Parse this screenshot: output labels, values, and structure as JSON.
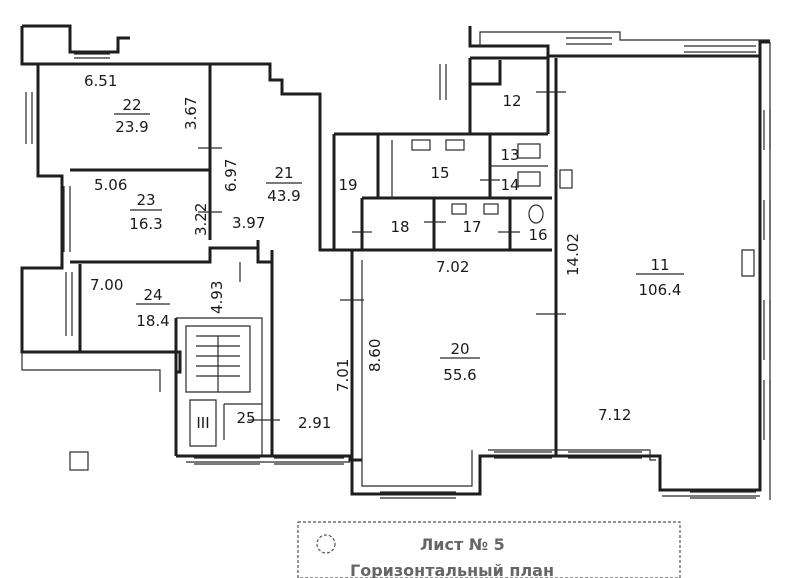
{
  "rooms": [
    {
      "number": "22",
      "area": "23.9"
    },
    {
      "number": "23",
      "area": "16.3"
    },
    {
      "number": "24",
      "area": "18.4"
    },
    {
      "number": "21",
      "area": "43.9"
    },
    {
      "number": "25",
      "area": ""
    },
    {
      "number": "III",
      "area": ""
    },
    {
      "number": "19",
      "area": ""
    },
    {
      "number": "15",
      "area": ""
    },
    {
      "number": "13",
      "area": ""
    },
    {
      "number": "14",
      "area": ""
    },
    {
      "number": "18",
      "area": ""
    },
    {
      "number": "17",
      "area": ""
    },
    {
      "number": "16",
      "area": ""
    },
    {
      "number": "12",
      "area": ""
    },
    {
      "number": "20",
      "area": "55.6"
    },
    {
      "number": "11",
      "area": "106.4"
    }
  ],
  "dimensions": [
    "6.51",
    "3.67",
    "6.97",
    "5.06",
    "3.22",
    "3.97",
    "7.00",
    "4.93",
    "2.91",
    "7.02",
    "14.02",
    "7.01",
    "8.60",
    "7.12"
  ],
  "stamp": {
    "line1": "Лист № 5",
    "line2": "Горизонтальный план"
  }
}
